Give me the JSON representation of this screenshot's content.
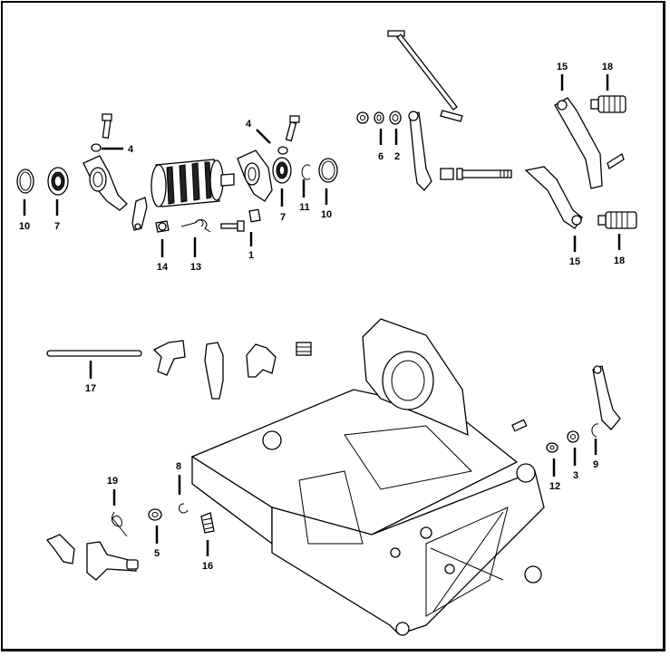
{
  "callouts": {
    "c10a": "10",
    "c7a": "7",
    "c4a": "4",
    "c4b": "4",
    "c7b": "7",
    "c11": "11",
    "c10b": "10",
    "c14": "14",
    "c13": "13",
    "c1": "1",
    "c6": "6",
    "c2": "2",
    "c15a": "15",
    "c18a": "18",
    "c15b": "15",
    "c18b": "18",
    "c17": "17",
    "c8": "8",
    "c19": "19",
    "c5": "5",
    "c16": "16",
    "c12": "12",
    "c3": "3",
    "c9": "9"
  }
}
